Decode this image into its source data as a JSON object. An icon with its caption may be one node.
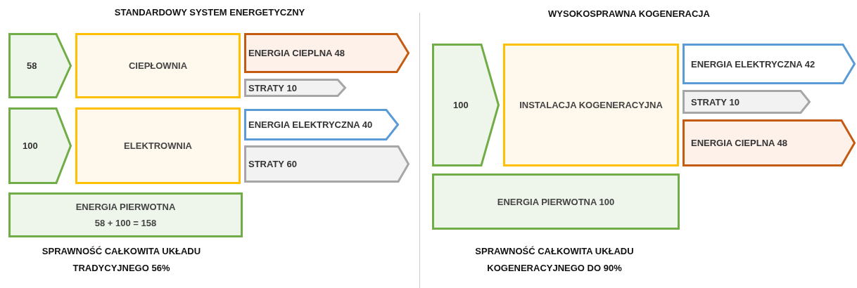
{
  "diagram": {
    "nodes": [
      {
        "text": [
          "58"
        ]
      },
      {
        "text": [
          "CIEPŁOWNIA"
        ]
      },
      {
        "text": [
          "ENERGIA CIEPLNA 48"
        ]
      },
      {
        "text": [
          "STRATY 10"
        ]
      },
      {
        "text": [
          "100"
        ]
      },
      {
        "text": [
          "ELEKTROWNIA"
        ]
      },
      {
        "text": [
          "ENERGIA ELEKTRYCZNA 40"
        ]
      },
      {
        "text": [
          "STRATY 60"
        ]
      },
      {
        "text": [
          "ENERGIA PIERWOTNA",
          "58 + 100 = 158"
        ]
      },
      {
        "text": [
          "100"
        ]
      },
      {
        "text": [
          "INSTALACJA KOGENERACYJNA"
        ]
      },
      {
        "text": [
          "ENERGIA ELEKTRYCZNA 42"
        ]
      },
      {
        "text": [
          "STRATY 10"
        ]
      },
      {
        "text": [
          "ENERGIA CIEPLNA 48"
        ]
      },
      {
        "text": [
          "ENERGIA PIERWOTNA 100"
        ]
      }
    ],
    "edges": [],
    "labels": [
      "STANDARDOWY SYSTEM ENERGETYCZNY",
      "WYSOKOSPRAWNA KOGENERACJA",
      "SPRAWNOŚĆ CAŁKOWITA UKŁADU TRADYCYJNEGO 56%",
      "SPRAWNOŚĆ CAŁKOWITA UKŁADU KOGENERACYJNEGO DO 90%"
    ]
  }
}
